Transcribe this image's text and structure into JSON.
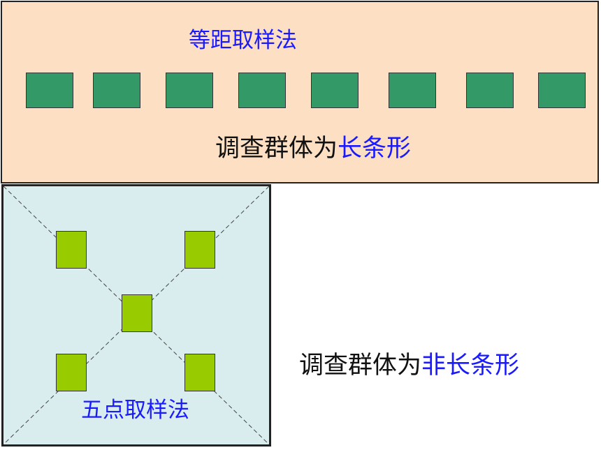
{
  "top_section": {
    "title": "等距取样法",
    "caption_prefix": "调查群体为",
    "caption_highlight": "长条形",
    "background_color": "#fddfc4",
    "strip_color": "#339966"
  },
  "square_section": {
    "title": "五点取样法",
    "background_color": "#d9ecee",
    "quadrat_color": "#99cc00"
  },
  "right_caption": {
    "prefix": "调查群体为",
    "highlight": "非长条形"
  },
  "accent_color": "#1a1aff"
}
